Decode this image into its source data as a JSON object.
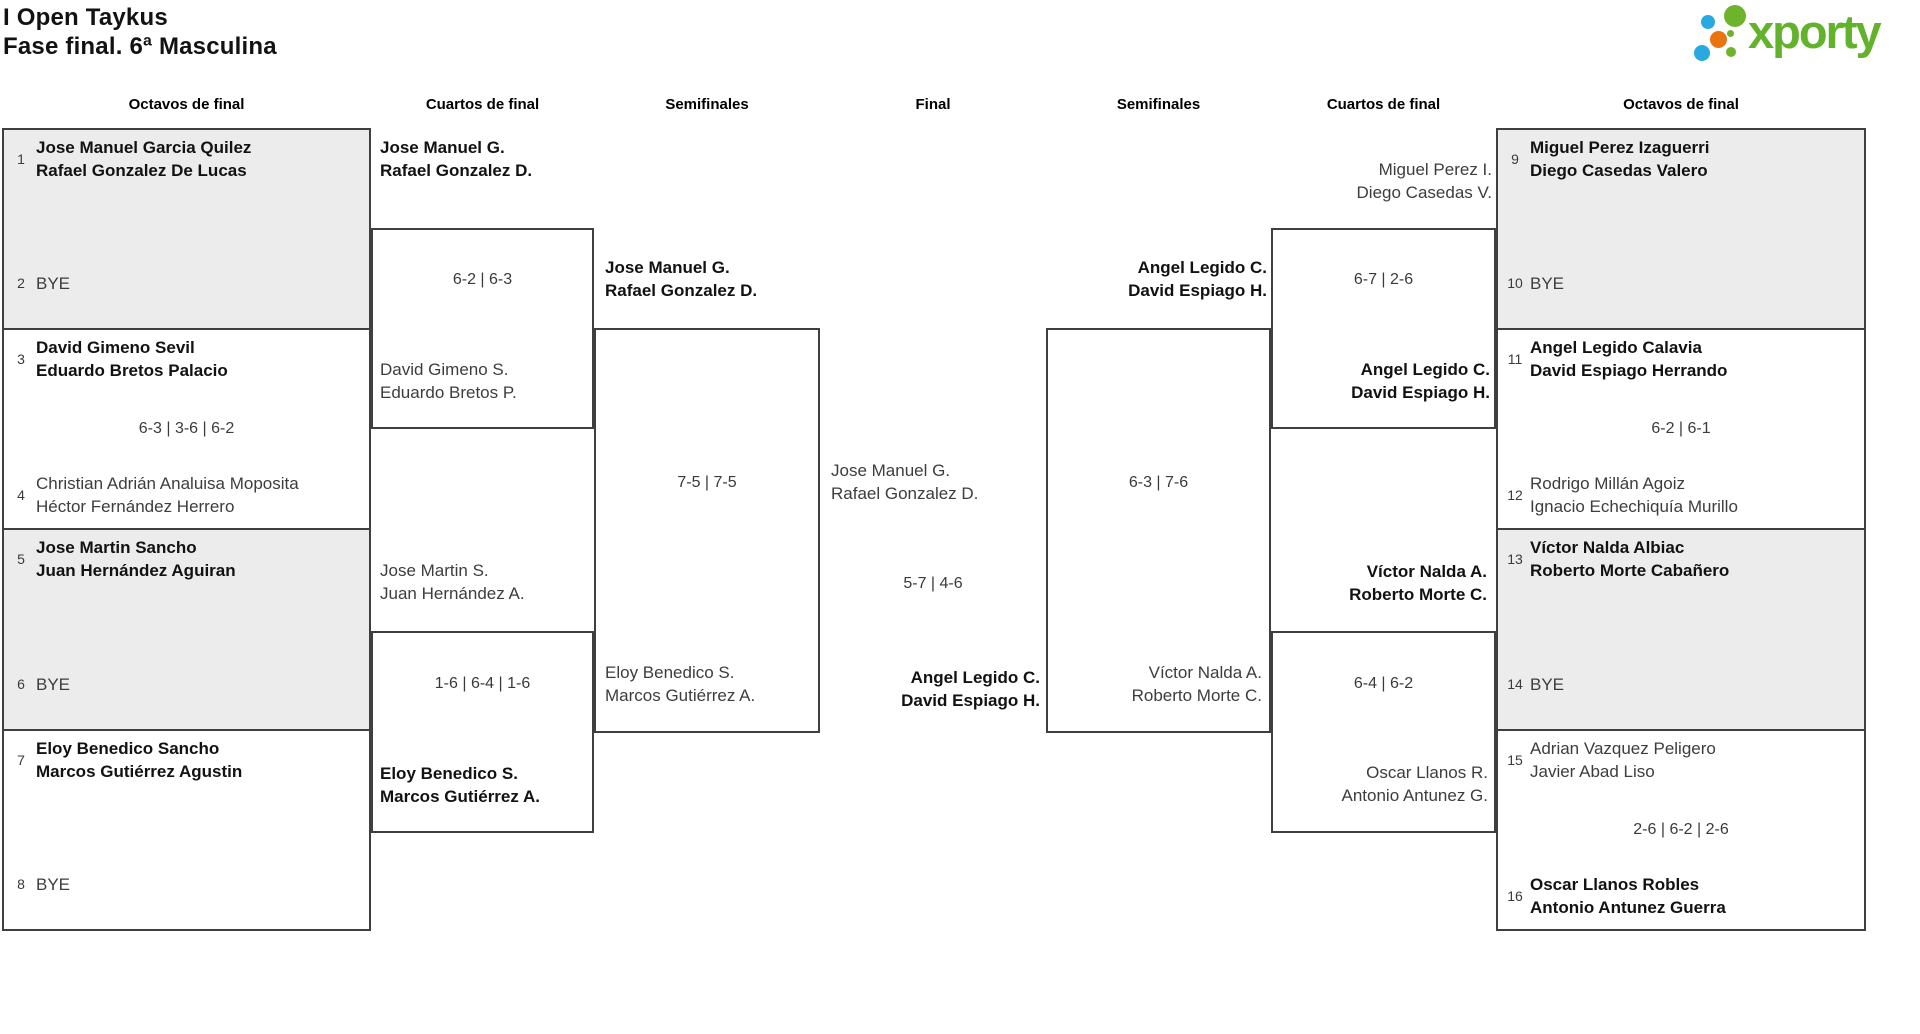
{
  "title": {
    "line1": "I Open Taykus",
    "line2": "Fase final. 6ª Masculina"
  },
  "logo": {
    "brand": "xporty",
    "colors": {
      "green": "#6db32c",
      "blue": "#29a9e0",
      "orange": "#e8750f"
    }
  },
  "round_headers": [
    "Octavos de final",
    "Cuartos de final",
    "Semifinales",
    "Final",
    "Semifinales",
    "Cuartos de final",
    "Octavos de final"
  ],
  "colors": {
    "box_border": "#3f3f3f",
    "box_gray": "#ececec",
    "winner_text": "#121212",
    "loser_text": "#3d3d3d"
  },
  "odf": [
    {
      "seed_top": "1",
      "top": [
        "Jose Manuel Garcia Quilez",
        "Rafael Gonzalez De Lucas"
      ],
      "top_winner": true,
      "score": "",
      "seed_bottom": "2",
      "bottom": [
        "BYE"
      ],
      "bottom_winner": false
    },
    {
      "seed_top": "3",
      "top": [
        "David Gimeno Sevil",
        "Eduardo Bretos Palacio"
      ],
      "top_winner": true,
      "score": "6-3 | 3-6 | 6-2",
      "seed_bottom": "4",
      "bottom": [
        "Christian Adrián Analuisa Moposita",
        "Héctor Fernández Herrero"
      ],
      "bottom_winner": false
    },
    {
      "seed_top": "5",
      "top": [
        "Jose Martin Sancho",
        "Juan Hernández Aguiran"
      ],
      "top_winner": true,
      "score": "",
      "seed_bottom": "6",
      "bottom": [
        "BYE"
      ],
      "bottom_winner": false
    },
    {
      "seed_top": "7",
      "top": [
        "Eloy Benedico Sancho",
        "Marcos Gutiérrez Agustin"
      ],
      "top_winner": true,
      "score": "",
      "seed_bottom": "8",
      "bottom": [
        "BYE"
      ],
      "bottom_winner": false
    },
    {
      "seed_top": "9",
      "top": [
        "Miguel Perez Izaguerri",
        "Diego Casedas Valero"
      ],
      "top_winner": true,
      "score": "",
      "seed_bottom": "10",
      "bottom": [
        "BYE"
      ],
      "bottom_winner": false
    },
    {
      "seed_top": "11",
      "top": [
        "Angel Legido Calavia",
        "David Espiago Herrando"
      ],
      "top_winner": true,
      "score": "6-2 | 6-1",
      "seed_bottom": "12",
      "bottom": [
        "Rodrigo Millán Agoiz",
        "Ignacio Echechiquía Murillo"
      ],
      "bottom_winner": false
    },
    {
      "seed_top": "13",
      "top": [
        "Víctor Nalda Albiac",
        "Roberto Morte Cabañero"
      ],
      "top_winner": true,
      "score": "",
      "seed_bottom": "14",
      "bottom": [
        "BYE"
      ],
      "bottom_winner": false
    },
    {
      "seed_top": "15",
      "top": [
        "Adrian Vazquez Peligero",
        "Javier Abad Liso"
      ],
      "top_winner": false,
      "score": "2-6 | 6-2 | 2-6",
      "seed_bottom": "16",
      "bottom": [
        "Oscar Llanos Robles",
        "Antonio Antunez Guerra"
      ],
      "bottom_winner": true
    }
  ],
  "qf": [
    {
      "top": [
        "Jose Manuel G.",
        "Rafael Gonzalez D."
      ],
      "top_winner": true,
      "score": "6-2 | 6-3",
      "bottom": [
        "David Gimeno S.",
        "Eduardo Bretos P."
      ],
      "bottom_winner": false
    },
    {
      "top": [
        "Jose Martin S.",
        "Juan Hernández A."
      ],
      "top_winner": false,
      "score": "1-6 | 6-4 | 1-6",
      "bottom": [
        "Eloy Benedico S.",
        "Marcos Gutiérrez A."
      ],
      "bottom_winner": true
    },
    {
      "top": [
        "Miguel Perez I.",
        "Diego Casedas V."
      ],
      "top_winner": false,
      "score": "6-7 | 2-6",
      "bottom": [
        "Angel Legido C.",
        "David Espiago H."
      ],
      "bottom_winner": true
    },
    {
      "top": [
        "Víctor Nalda A.",
        "Roberto Morte C."
      ],
      "top_winner": true,
      "score": "6-4 | 6-2",
      "bottom": [
        "Oscar Llanos R.",
        "Antonio Antunez G."
      ],
      "bottom_winner": false
    }
  ],
  "sf": [
    {
      "top": [
        "Jose Manuel G.",
        "Rafael Gonzalez D."
      ],
      "top_winner": true,
      "score": "7-5 | 7-5",
      "bottom": [
        "Eloy Benedico S.",
        "Marcos Gutiérrez A."
      ],
      "bottom_winner": false
    },
    {
      "top": [
        "Angel Legido C.",
        "David Espiago H."
      ],
      "top_winner": true,
      "score": "6-3 | 7-6",
      "bottom": [
        "Víctor Nalda A.",
        "Roberto Morte C."
      ],
      "bottom_winner": false
    }
  ],
  "final": {
    "top": [
      "Jose Manuel G.",
      "Rafael Gonzalez D."
    ],
    "top_winner": false,
    "score": "5-7 | 4-6",
    "bottom": [
      "Angel Legido C.",
      "David Espiago H."
    ],
    "bottom_winner": true
  }
}
